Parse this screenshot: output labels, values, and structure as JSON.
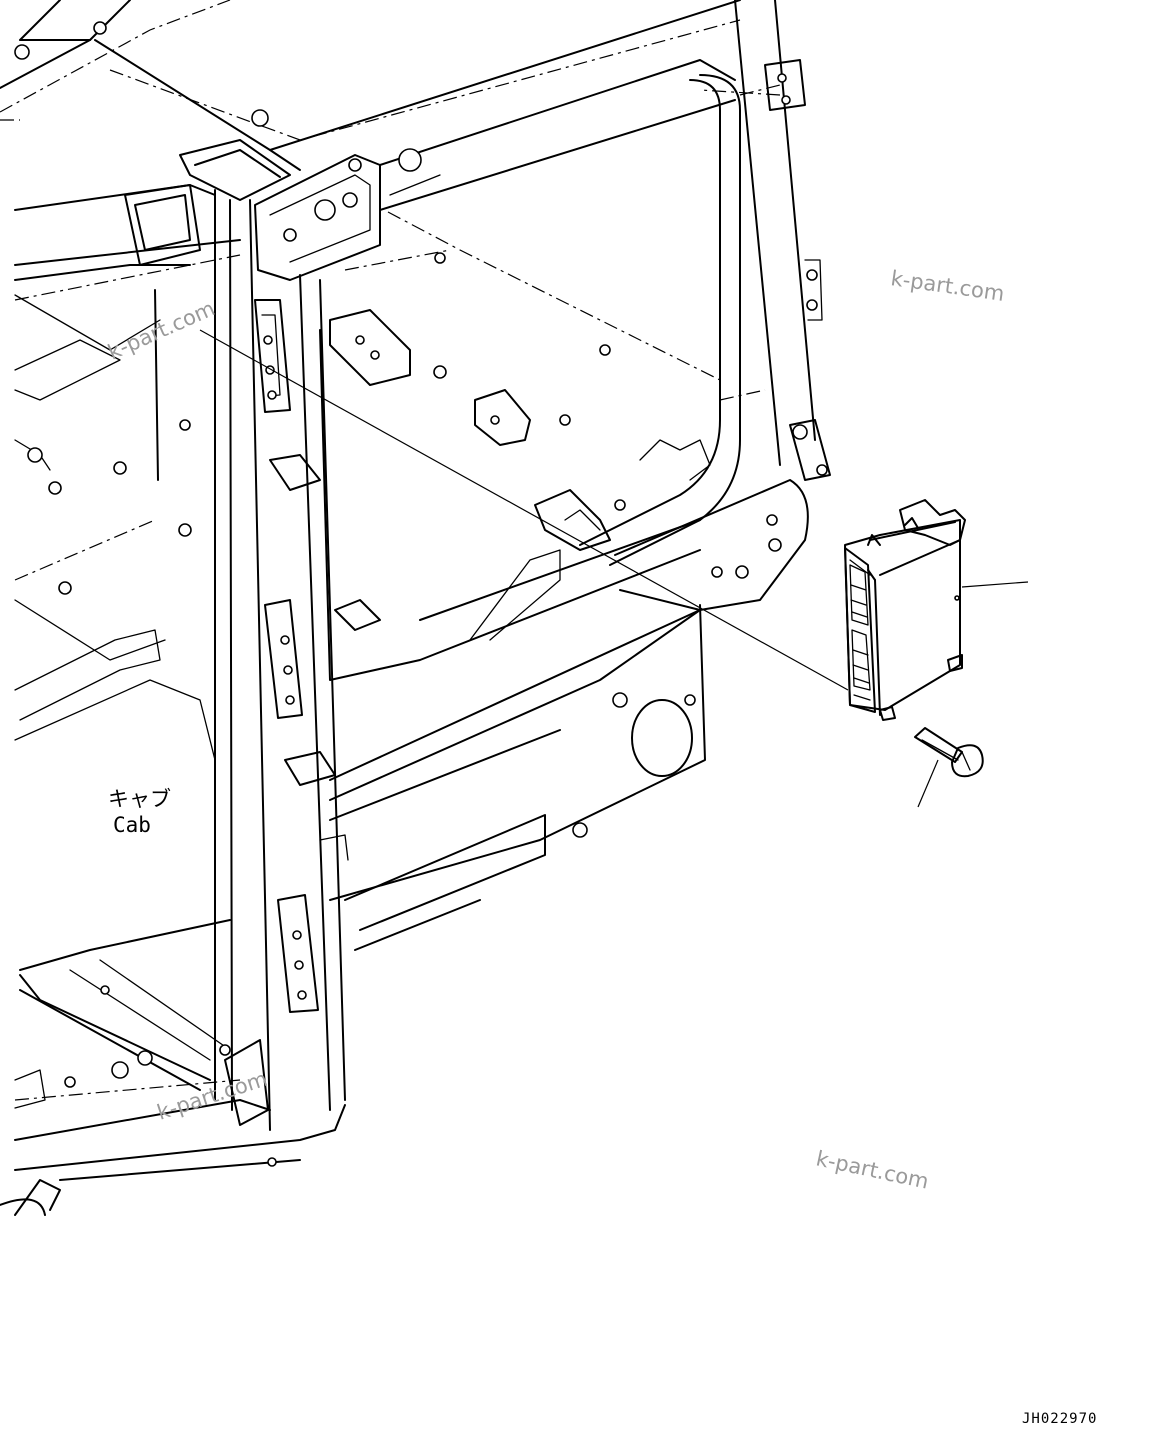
{
  "labels": {
    "cab_jp": "キャブ",
    "cab_en": "Cab"
  },
  "watermarks": [
    "k-part.com",
    "k-part.com",
    "k-part.com",
    "k-part.com"
  ],
  "drawing_code": "JH022970"
}
